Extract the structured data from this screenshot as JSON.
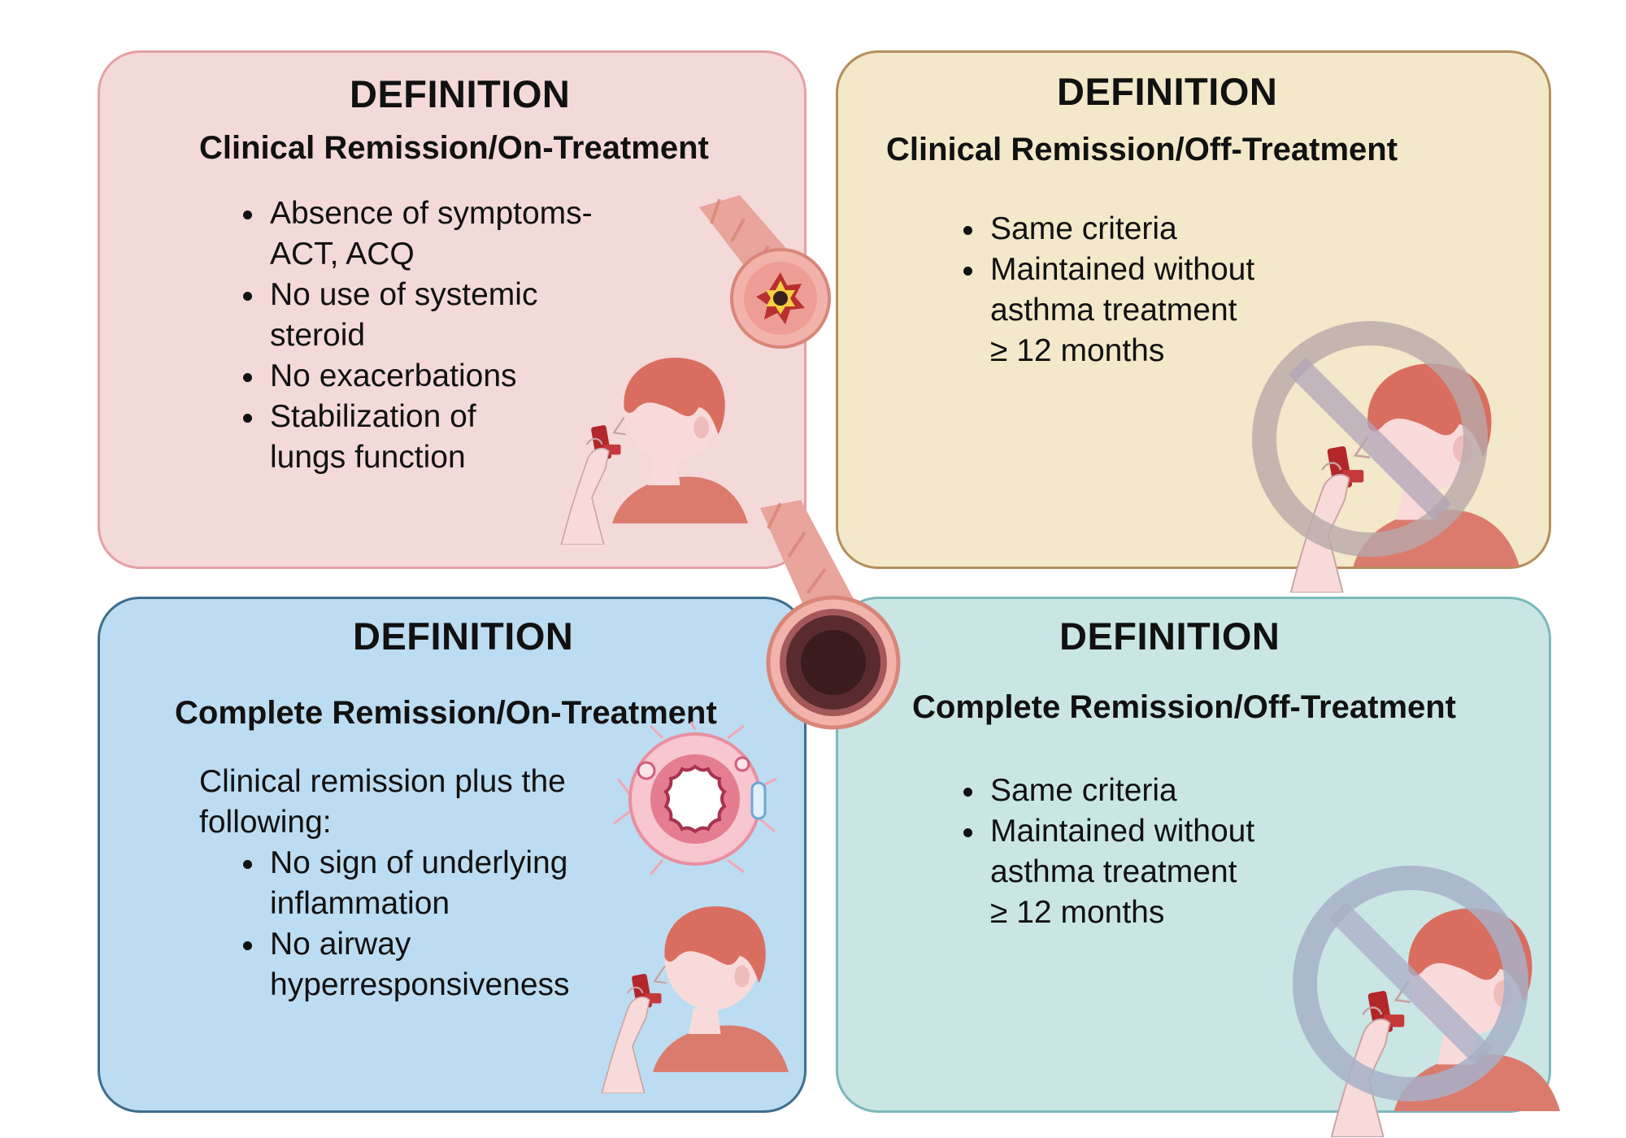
{
  "panels": {
    "clinical_on": {
      "heading": "DEFINITION",
      "title": "Clinical Remission/On-Treatment",
      "criteria": [
        [
          "Absence of symptoms-",
          "ACT, ACQ"
        ],
        [
          "No use of systemic",
          "steroid"
        ],
        [
          "No exacerbations"
        ],
        [
          "Stabilization of",
          "lungs function"
        ]
      ]
    },
    "clinical_off": {
      "heading": "DEFINITION",
      "title": "Clinical Remission/Off-Treatment",
      "criteria": [
        [
          "Same criteria"
        ],
        [
          "Maintained without",
          "asthma treatment",
          "≥ 12 months"
        ]
      ]
    },
    "complete_on": {
      "heading": "DEFINITION",
      "title": "Complete Remission/On-Treatment",
      "intro": [
        "Clinical remission plus the",
        "following:"
      ],
      "criteria": [
        [
          "No sign of underlying",
          "inflammation"
        ],
        [
          "No airway",
          "hyperresponsiveness"
        ]
      ]
    },
    "complete_off": {
      "heading": "DEFINITION",
      "title": "Complete Remission/Off-Treatment",
      "criteria": [
        [
          "Same criteria"
        ],
        [
          "Maintained without",
          "asthma treatment",
          "≥ 12 months"
        ]
      ]
    }
  },
  "icons": {
    "inhaler_child": "child-using-inhaler-icon",
    "no_inhaler": "no-inhaler-icon",
    "airway_tube": "airway-tube-icon",
    "inflamed_airway": "airway-cross-section-icon"
  },
  "colors": {
    "clinical_on_bg": "#f4d9d9",
    "clinical_off_bg": "#f3e8c9",
    "complete_on_bg": "#bcdcf1",
    "complete_off_bg": "#c9e6e5"
  }
}
